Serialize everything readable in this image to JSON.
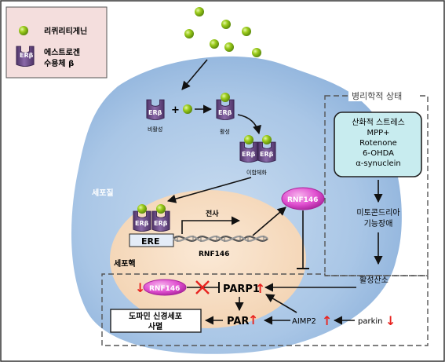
{
  "legend": {
    "ligand_label": "리퀴리티게닌",
    "receptor_icon_text": "ERβ",
    "receptor_label_line1": "에스트로겐",
    "receptor_label_line2": "수용체 β"
  },
  "receptor": {
    "icon_text": "ERβ",
    "inactive_label": "비활성",
    "active_label": "활성",
    "dimer_label": "이합체화",
    "plus_sign": "+"
  },
  "cell": {
    "cytoplasm_label": "세포질",
    "nucleus_label": "세포핵",
    "ere_label": "ERE",
    "transcription_label": "전사",
    "gene_label": "RNF146"
  },
  "pathology": {
    "title": "병리학적 상태",
    "stress_line1": "산화적 스트레스",
    "stress_line2": "MPP+",
    "stress_line3": "Rotenone",
    "stress_line4": "6-OHDA",
    "stress_line5": "α-synuclein",
    "mito_line1": "미토콘드리아",
    "mito_line2": "기능장애",
    "ros_label": "활성산소"
  },
  "pathway": {
    "rnf146_top": "RNF146",
    "rnf146_bottom": "RNF146",
    "parp1_label": "PARP1",
    "par_label": "PAR",
    "aimp2_label": "AIMP2",
    "parkin_label": "parkin",
    "death_line1": "도파민 신경세포",
    "death_line2": "사멸",
    "up_arrow": "↑",
    "down_arrow": "↓"
  },
  "colors": {
    "ligand_green": "#9ccc1c",
    "receptor_purple": "#6a4a86",
    "pathology_box_fill": "#c8ecef",
    "legend_fill": "#f4dedd",
    "cell_fill": "#a9c6e6",
    "nucleus_fill": "#f8dfc6",
    "rnf146_fill": "#e04fd0",
    "red_arrow": "#e8231f"
  }
}
